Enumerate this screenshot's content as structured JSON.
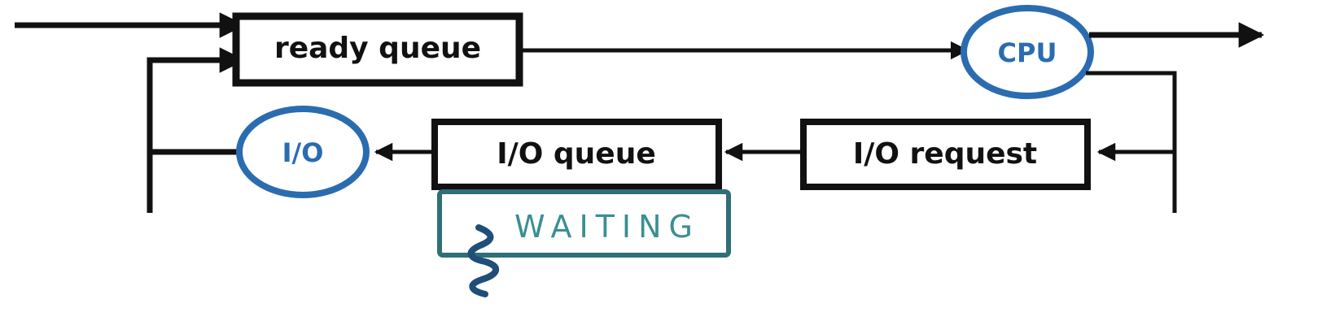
{
  "diagram": {
    "nodes": {
      "ready_queue": "ready queue",
      "cpu": "CPU",
      "io": "I/O",
      "io_queue": "I/O queue",
      "io_request": "I/O request",
      "waiting": "WAITING"
    },
    "edges": [
      {
        "from": "entry",
        "to": "ready_queue"
      },
      {
        "from": "ready_queue",
        "to": "cpu"
      },
      {
        "from": "cpu",
        "to": "exit"
      },
      {
        "from": "cpu",
        "to": "io_request"
      },
      {
        "from": "io_request",
        "to": "io_queue"
      },
      {
        "from": "io_queue",
        "to": "io"
      },
      {
        "from": "io",
        "to": "ready_queue"
      }
    ],
    "colors": {
      "line": "#111111",
      "oval_stroke": "#2b6cb0",
      "oval_text": "#2b6cb0",
      "waiting_box": "#2f6f78",
      "waiting_text": "#3a8f93",
      "squiggle": "#1f4e79"
    }
  }
}
